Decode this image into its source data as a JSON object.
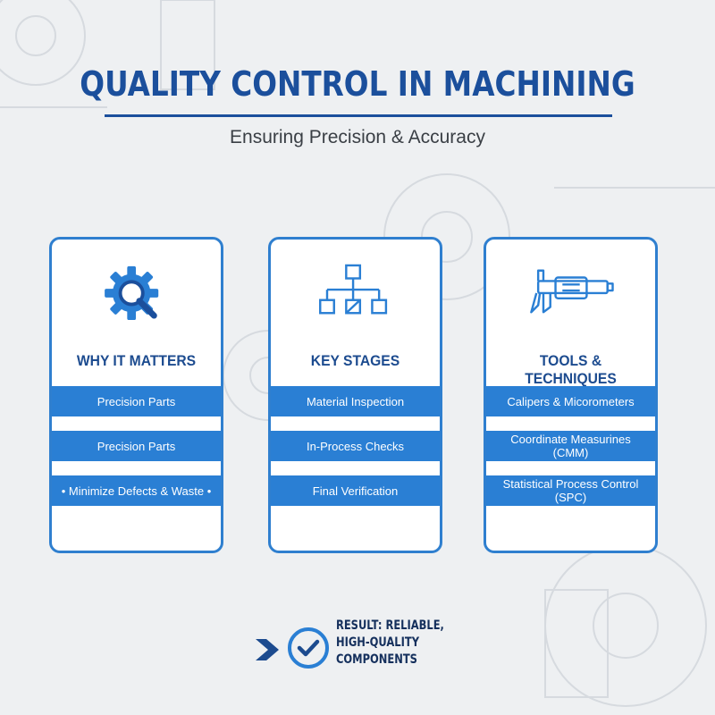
{
  "header": {
    "title": "QUALITY CONTROL IN MACHINING",
    "subtitle": "Ensuring Precision & Accuracy"
  },
  "cards": [
    {
      "icon": "gear-magnifier-icon",
      "title": "WHY IT MATTERS",
      "items": [
        "Precision Parts",
        "Precision Parts",
        "• Minimize Defects & Waste •"
      ]
    },
    {
      "icon": "hierarchy-diagram-icon",
      "title": "KEY STAGES",
      "items": [
        "Material Inspection",
        "In-Process Checks",
        "Final Verification"
      ]
    },
    {
      "icon": "caliper-icon",
      "title": "TOOLS & TECHNIQUES",
      "items": [
        "Calipers & Micorometers",
        "Coordinate Measurines (CMM)",
        "Statistical Process Control (SPC)"
      ]
    }
  ],
  "result": {
    "text": "RESULT: RELIABLE, HIGH-QUALITY COMPONENTS",
    "icons": [
      "chevron-right-icon",
      "checkmark-circle-icon"
    ]
  },
  "colors": {
    "primary": "#1b4f9c",
    "accent": "#2a7fd4",
    "card_border": "#2f7fcf",
    "background": "#eef0f2"
  }
}
